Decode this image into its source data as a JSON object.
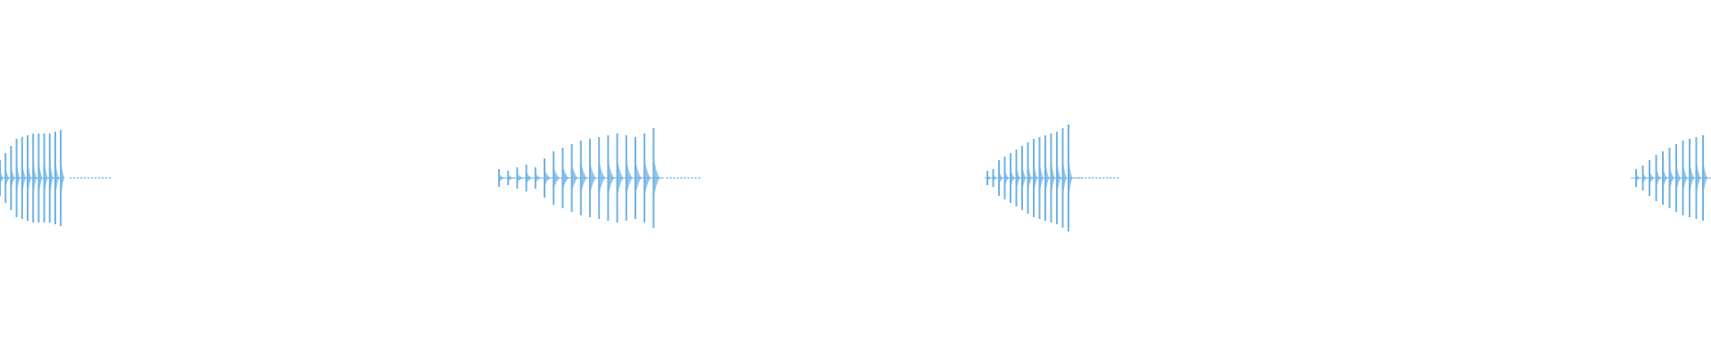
{
  "waveform": {
    "color": "#6fb2e4",
    "background": "#ffffff",
    "clusters": [
      {
        "peaks": [
          0.2,
          0.28,
          0.36,
          0.44,
          0.46,
          0.48,
          0.5,
          0.5,
          0.5,
          0.5,
          0.52,
          0.54
        ],
        "tail_dots": 12
      },
      {
        "peaks": [
          0.1,
          0.08,
          0.12,
          0.15,
          0.12,
          0.22,
          0.3,
          0.34,
          0.38,
          0.42,
          0.44,
          0.46,
          0.48,
          0.5,
          0.48,
          0.46,
          0.5,
          0.56
        ],
        "tail_dots": 10
      },
      {
        "peaks": [
          0.08,
          0.1,
          0.2,
          0.24,
          0.28,
          0.32,
          0.36,
          0.4,
          0.44,
          0.46,
          0.48,
          0.5,
          0.52,
          0.56,
          0.6
        ],
        "tail_dots": 12
      },
      {
        "peaks": [
          0.1,
          0.14,
          0.2,
          0.26,
          0.3,
          0.34,
          0.38,
          0.42,
          0.44,
          0.46,
          0.48
        ],
        "tail_dots": 0
      }
    ]
  }
}
